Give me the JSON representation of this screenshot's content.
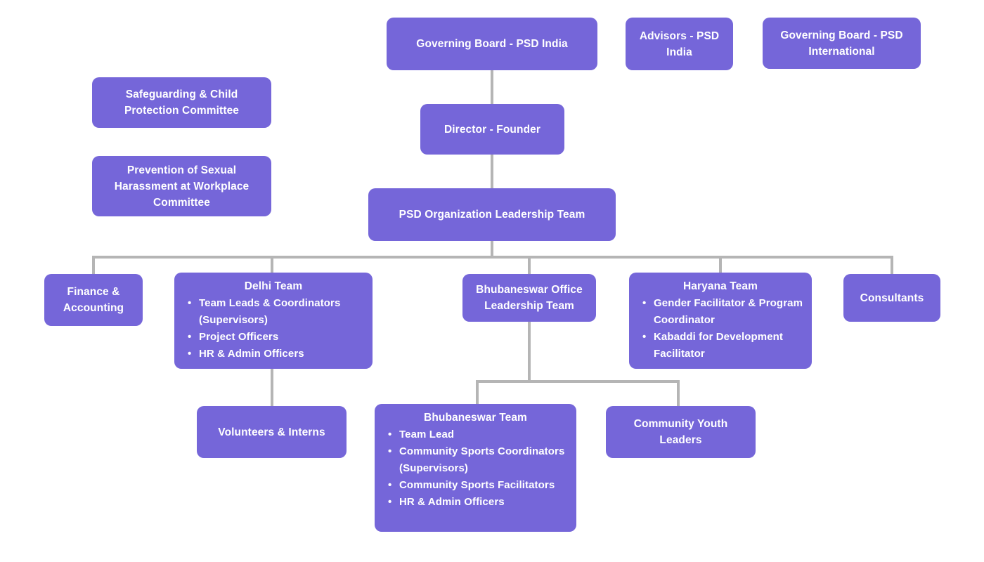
{
  "theme": {
    "box_color": "#7566d9",
    "line_color": "#b5b5b5",
    "text_color": "#ffffff",
    "background": "#ffffff"
  },
  "nodes": [
    {
      "title": "Governing Board - PSD India",
      "bullets": []
    },
    {
      "title": "Advisors - PSD India",
      "bullets": []
    },
    {
      "title": "Governing Board - PSD International",
      "bullets": []
    },
    {
      "title": "Safeguarding & Child Protection Committee",
      "bullets": []
    },
    {
      "title": "Director - Founder",
      "bullets": []
    },
    {
      "title": "Prevention of Sexual Harassment at Workplace Committee",
      "bullets": []
    },
    {
      "title": "PSD Organization Leadership Team",
      "bullets": []
    },
    {
      "title": "Finance & Accounting",
      "bullets": []
    },
    {
      "title": "Delhi Team",
      "bullets": [
        "Team Leads & Coordinators (Supervisors)",
        "Project Officers",
        "HR & Admin Officers"
      ]
    },
    {
      "title": "Bhubaneswar Office Leadership Team",
      "bullets": []
    },
    {
      "title": "Haryana Team",
      "bullets": [
        "Gender Facilitator & Program Coordinator",
        "Kabaddi for Development Facilitator"
      ]
    },
    {
      "title": "Consultants",
      "bullets": []
    },
    {
      "title": "Volunteers & Interns",
      "bullets": []
    },
    {
      "title": "Bhubaneswar Team",
      "bullets": [
        "Team Lead",
        "Community Sports Coordinators (Supervisors)",
        "Community Sports Facilitators",
        "HR & Admin Officers"
      ]
    },
    {
      "title": "Community Youth Leaders",
      "bullets": []
    }
  ]
}
